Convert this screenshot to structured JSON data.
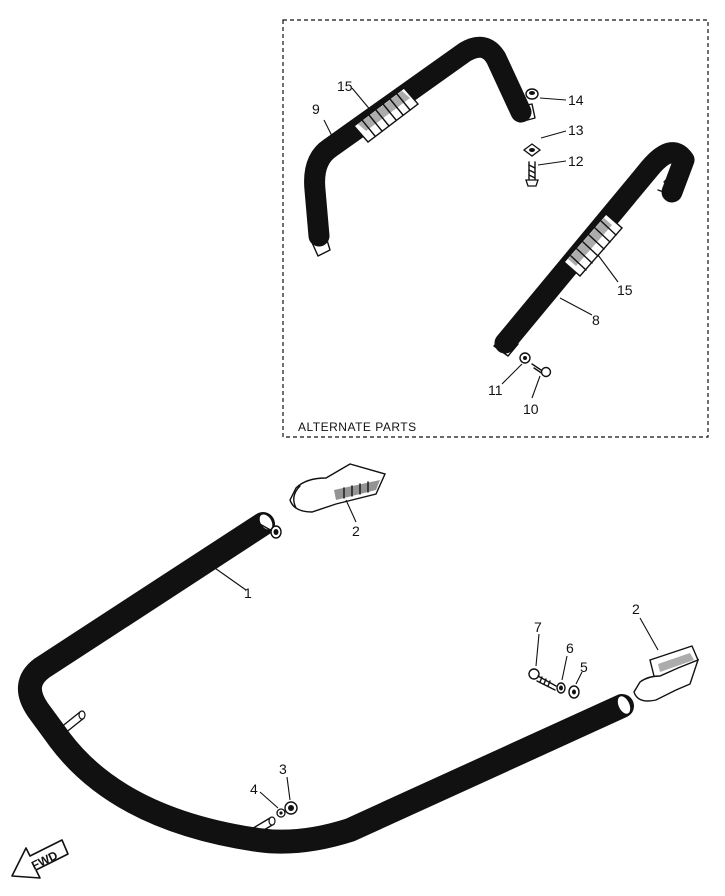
{
  "diagram": {
    "inset_caption": "ALTERNATE PARTS",
    "direction_marker": "FWD",
    "callouts": {
      "c1": "1",
      "c2a": "2",
      "c2b": "2",
      "c3": "3",
      "c4": "4",
      "c5": "5",
      "c6": "6",
      "c7": "7",
      "c8": "8",
      "c9": "9",
      "c10": "10",
      "c11": "11",
      "c12": "12",
      "c13": "13",
      "c14": "14",
      "c15a": "15",
      "c15b": "15"
    }
  }
}
